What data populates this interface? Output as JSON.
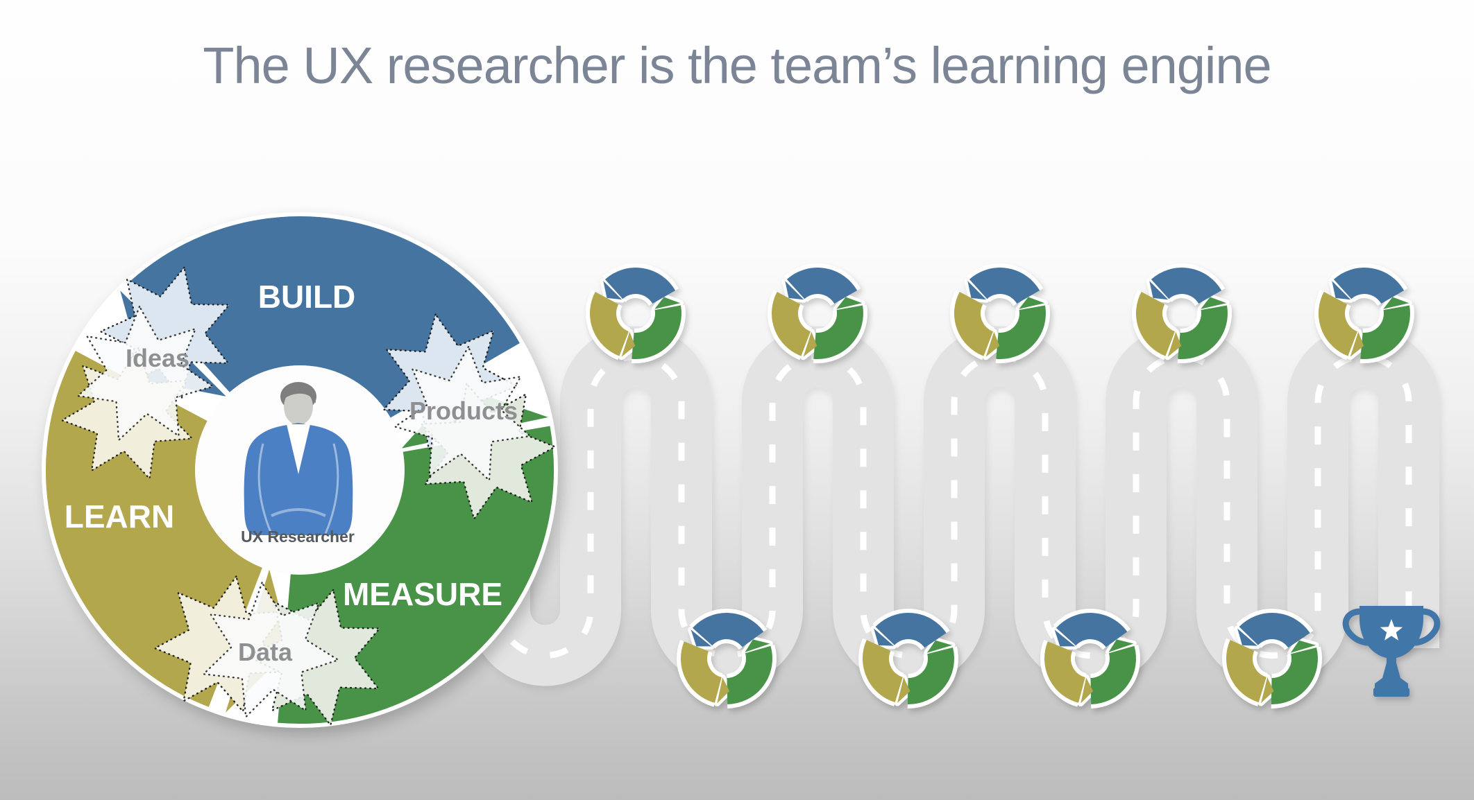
{
  "title": "The UX researcher is the team’s learning engine",
  "diagram": {
    "cycle": {
      "stages": [
        {
          "label": "BUILD",
          "color": "#44749f"
        },
        {
          "label": "MEASURE",
          "color": "#499349"
        },
        {
          "label": "LEARN",
          "color": "#b2a74d"
        }
      ],
      "artifacts": [
        {
          "label": "Ideas"
        },
        {
          "label": "Products"
        },
        {
          "label": "Data"
        }
      ],
      "center": {
        "label": "UX Researcher",
        "icon": "person-icon"
      }
    },
    "journey": {
      "road": "winding-road",
      "iteration_icon": "bml-cycle-icon",
      "top_iteration_count": 5,
      "bottom_iteration_count": 4,
      "total_iterations": 9,
      "goal_icon": "trophy-icon"
    }
  },
  "colors": {
    "blue": "#44749f",
    "green": "#499349",
    "gold": "#b2a74d",
    "lightblue": "#dbe6f0",
    "cream": "#f1efdb",
    "lightgreen": "#e0e9dc",
    "starwhite": "#fbfcfd",
    "road": "#e3e3e3",
    "roadline": "#ffffff",
    "jacket": "#4b80c4",
    "hair": "#7e7e7e",
    "face": "#cdcdca",
    "trophy": "#4176a8",
    "labelgray": "#8d8f91",
    "centertext": "#54595e",
    "titlegray": "#7c8595"
  }
}
